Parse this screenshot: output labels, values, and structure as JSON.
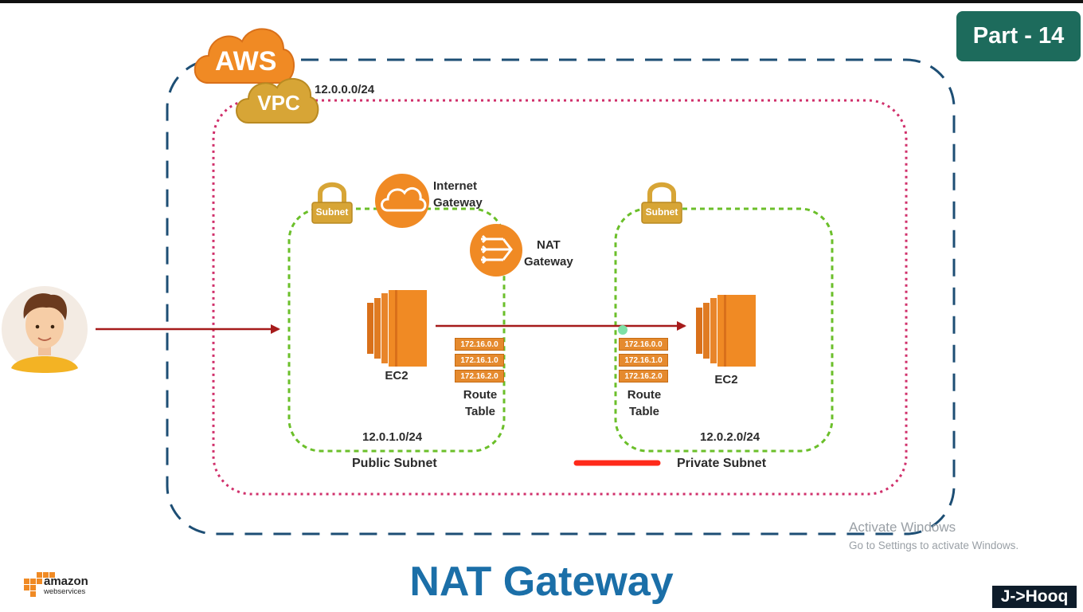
{
  "badge": "Part - 14",
  "title": "NAT Gateway",
  "aws_label": "AWS",
  "vpc_label": "VPC",
  "vpc_cidr": "12.0.0.0/24",
  "internet_gateway": "Internet\nGateway",
  "nat_gateway": "NAT\nGateway",
  "public_subnet": {
    "badge": "Subnet",
    "cidr": "12.0.1.0/24",
    "name": "Public Subnet",
    "instance": "EC2",
    "route_table_label": "Route\nTable",
    "routes": [
      "172.16.0.0",
      "172.16.1.0",
      "172.16.2.0"
    ]
  },
  "private_subnet": {
    "badge": "Subnet",
    "cidr": "12.0.2.0/24",
    "name": "Private Subnet",
    "instance": "EC2",
    "route_table_label": "Route\nTable",
    "routes": [
      "172.16.0.0",
      "172.16.1.0",
      "172.16.2.0"
    ]
  },
  "brand": {
    "amazon": "amazon",
    "webservices": "webservices",
    "channel": "J->Hooq"
  },
  "watermark": {
    "line1": "Activate Windows",
    "line2": "Go to Settings to activate Windows."
  },
  "colors": {
    "aws_border": "#1d4e74",
    "vpc_border": "#d0306b",
    "subnet_border": "#6bbf2a",
    "orange": "#f08a24",
    "arrow": "#a61b1b",
    "title": "#1b6fa8"
  }
}
